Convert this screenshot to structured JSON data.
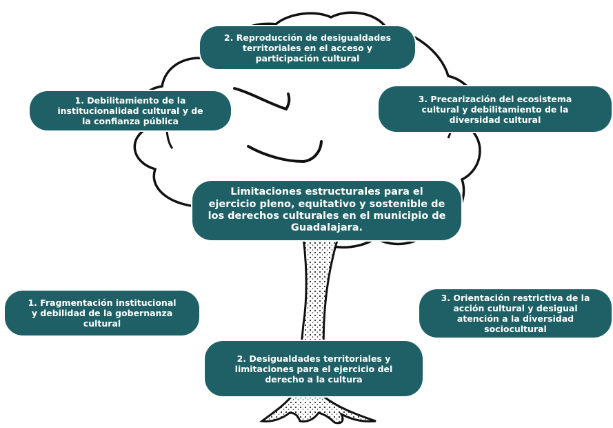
{
  "center": {
    "text": "Limitaciones estructurales para el\nejercicio pleno, equitativo y sostenible de\nlos derechos culturales en el municipio de\nGuadalajara."
  },
  "effects": [
    {
      "text": "1. Debilitamiento de la\ninstitucionalidad cultural y de\nla confianza pública"
    },
    {
      "text": "2. Reproducción de desigualdades\nterritoriales en el acceso y\nparticipación cultural"
    },
    {
      "text": "3. Precarización del ecosistema\ncultural y debilitamiento de la\ndiversidad cultural"
    }
  ],
  "causes": [
    {
      "text": "1. Fragmentación institucional\ny debilidad de la gobernanza\ncultural"
    },
    {
      "text": "2. Desigualdades territoriales y\nlimitaciones para el ejercicio del\nderecho a la cultura"
    },
    {
      "text": "3. Orientación restrictiva de la\nacción cultural y desigual\natención a la diversidad\nsociocultural"
    }
  ],
  "colors": {
    "box": "#1f6066",
    "text": "#ffffff",
    "outline": "#111111"
  }
}
